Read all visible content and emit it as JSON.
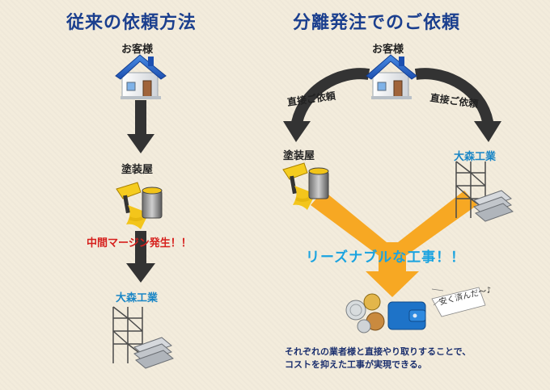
{
  "left": {
    "title": "従来の依頼方法",
    "customer": "お客様",
    "painter": "塗装屋",
    "margin_note": "中間マージン発生！！",
    "contractor": "大森工業"
  },
  "right": {
    "title": "分離発注でのご依頼",
    "customer": "お客様",
    "direct_left": "直接ご依頼",
    "direct_right": "直接ご依頼",
    "painter": "塗装屋",
    "contractor": "大森工業",
    "reasonable": "リーズナブルな工事！！",
    "bubble": "安く済んだ〜♪",
    "note_line1": "それぞれの業者様と直接やり取りすることで、",
    "note_line2": "コストを抑えた工事が実現できる。"
  },
  "colors": {
    "title_blue": "#1b3f8e",
    "contractor_blue": "#1a86c6",
    "margin_red": "#d6201d",
    "reasonable_cyan": "#1aa3e0",
    "flow_orange": "#f7a823",
    "arrow_dark": "#333333"
  }
}
